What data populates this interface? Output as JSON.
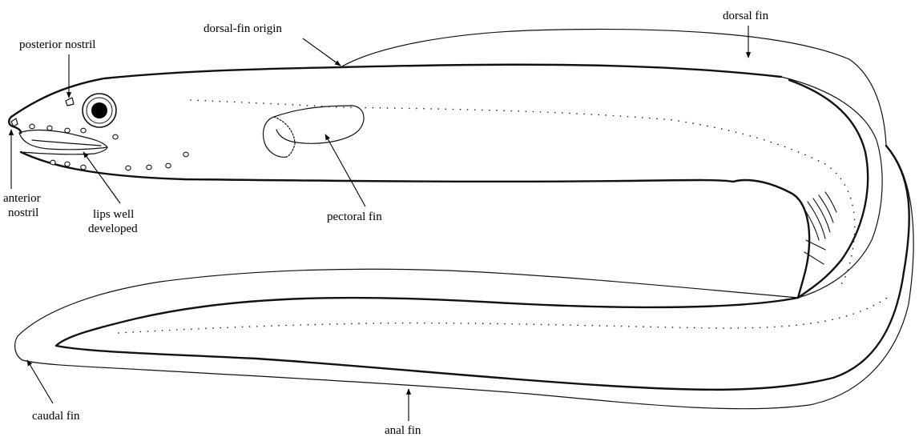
{
  "labels": {
    "posterior_nostril": "posterior nostril",
    "dorsal_fin_origin": "dorsal-fin origin",
    "dorsal_fin": "dorsal fin",
    "anterior_nostril_line1": "anterior",
    "anterior_nostril_line2": "nostril",
    "lips_line1": "lips well",
    "lips_line2": "developed",
    "pectoral_fin": "pectoral fin",
    "caudal_fin": "caudal fin",
    "anal_fin": "anal fin"
  },
  "colors": {
    "stroke": "#111111",
    "text": "#000000",
    "background": "#ffffff"
  }
}
